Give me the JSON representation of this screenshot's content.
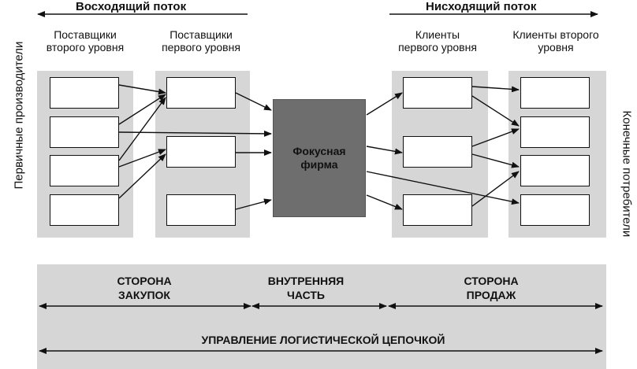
{
  "flows": {
    "upstream": "Восходящий поток",
    "downstream": "Нисходящий поток"
  },
  "columns": {
    "suppliers_tier2": "Поставщики второго уровня",
    "suppliers_tier1": "Поставщики первого уровня",
    "clients_tier1": "Клиенты первого уровня",
    "clients_tier2": "Клиенты второго уровня"
  },
  "side_labels": {
    "left": "Первичные производители",
    "right": "Конечные потребители"
  },
  "focal_firm": "Фокусная фирма",
  "bands": {
    "purchasing": "СТОРОНА ЗАКУПОК",
    "internal": "ВНУТРЕННЯЯ ЧАСТЬ",
    "sales": "СТОРОНА ПРОДАЖ",
    "scm": "УПРАВЛЕНИЕ ЛОГИСТИЧЕСКОЙ ЦЕПОЧКОЙ"
  }
}
